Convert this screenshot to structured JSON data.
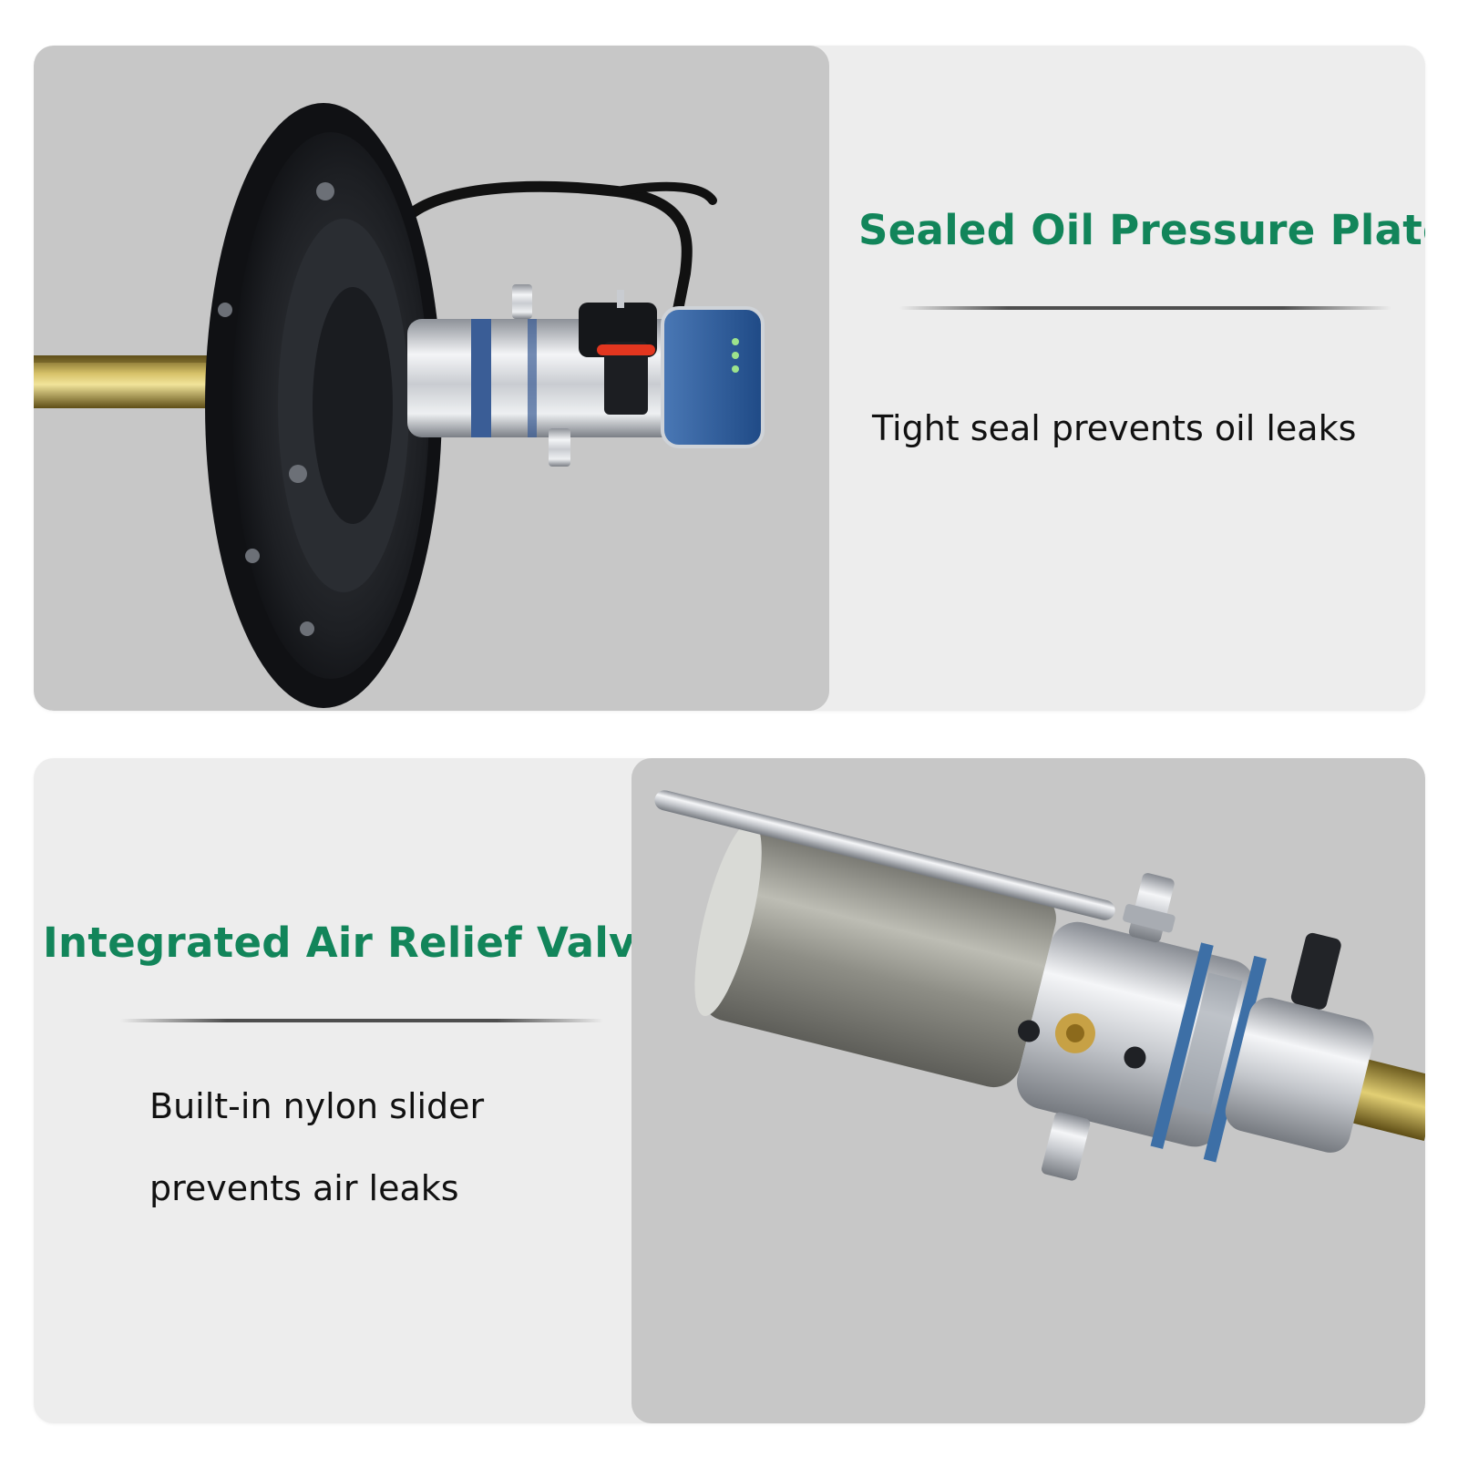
{
  "features": [
    {
      "title": "Sealed Oil Pressure Plate",
      "description": "Tight seal prevents oil leaks",
      "image": "pressure-plate-pump-photo"
    },
    {
      "title": "Integrated Air Relief Valve",
      "description_lines": [
        "Built-in nylon slider",
        "prevents air leaks"
      ],
      "image": "air-relief-valve-photo"
    }
  ],
  "colors": {
    "accent": "#12855a",
    "card_background": "#ededed",
    "photo_background": "#c7c7c7",
    "text": "#111111"
  }
}
